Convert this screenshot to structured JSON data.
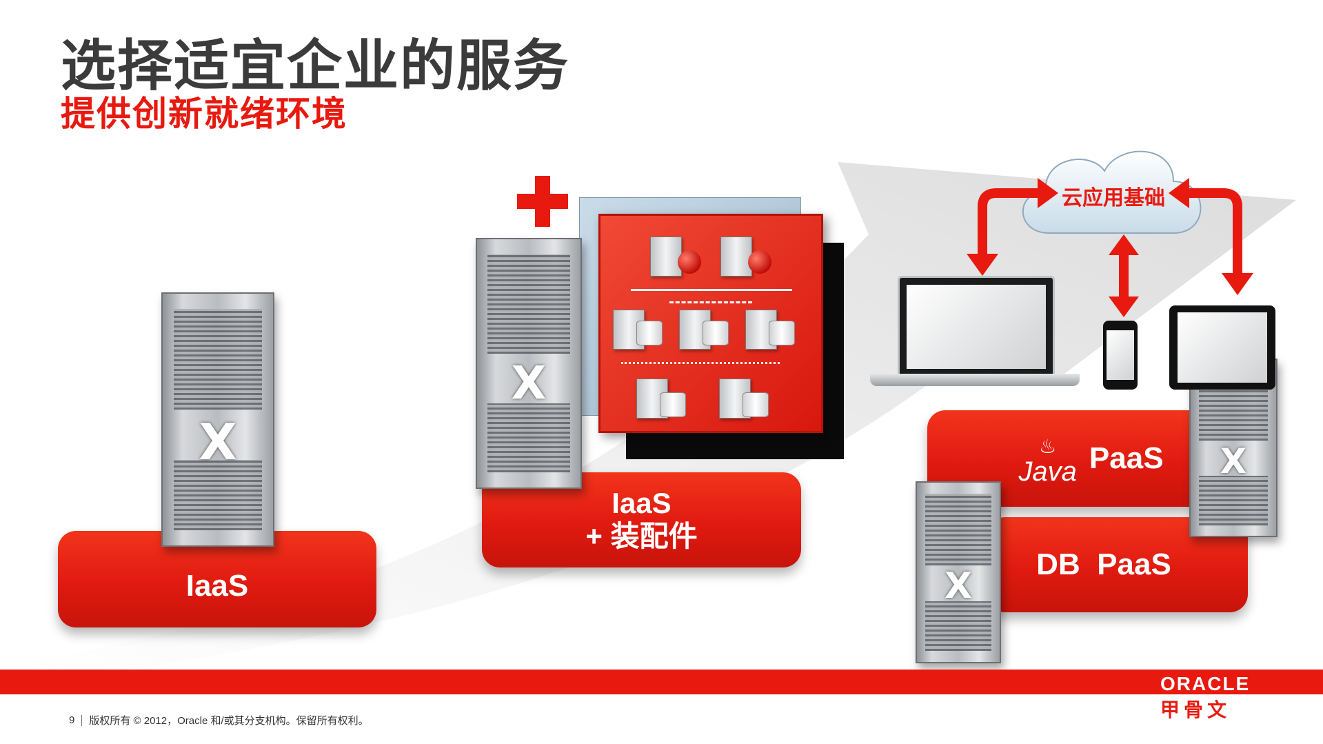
{
  "slide": {
    "title": "选择适宜企业的服务",
    "subtitle": "提供创新就绪环境"
  },
  "stages": {
    "iaas": {
      "label": "IaaS"
    },
    "iaas_plus": {
      "line1": "IaaS",
      "line2": "+ 装配件"
    },
    "java_paas": {
      "java_word": "Java",
      "label": "PaaS"
    },
    "db_paas": {
      "label": "DB  PaaS"
    }
  },
  "cloud": {
    "label": "云应用基础"
  },
  "footer": {
    "page_number": "9",
    "copyright": "版权所有 © 2012，Oracle 和/或其分支机构。保留所有权利。",
    "logo_en": "ORACLE",
    "logo_cn": "甲骨文"
  },
  "colors": {
    "brand_red": "#e8190f",
    "title_gray": "#3b3b3b"
  }
}
